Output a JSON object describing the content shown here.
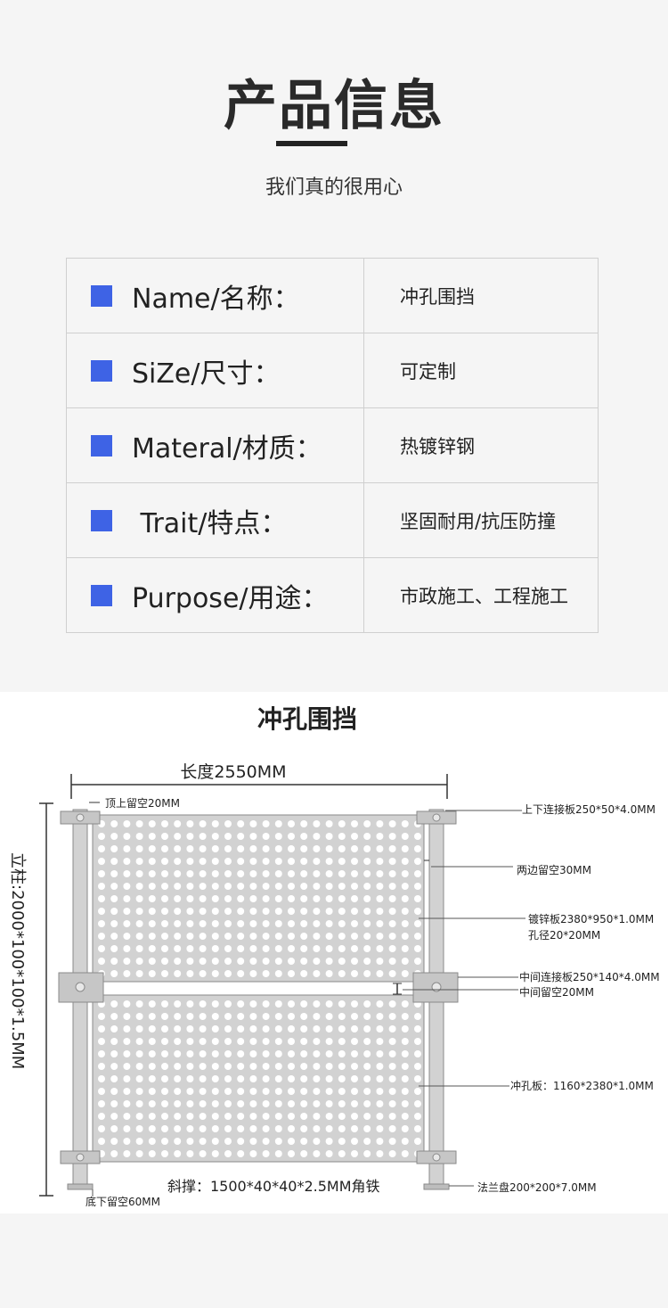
{
  "header": {
    "title": "产品信息",
    "subtitle": "我们真的很用心"
  },
  "specs": [
    {
      "label": "Name/名称：",
      "value": "冲孔围挡"
    },
    {
      "label": "SiZe/尺寸：",
      "value": "可定制"
    },
    {
      "label": "Materal/材质：",
      "value": "热镀锌钢"
    },
    {
      "label": " Trait/特点：",
      "value": "坚固耐用/抗压防撞"
    },
    {
      "label": "Purpose/用途：",
      "value": "市政施工、工程施工"
    }
  ],
  "colors": {
    "accent": "#3e63e5",
    "panel": "#d2d2d2",
    "line": "#222222"
  },
  "diagram": {
    "title": "冲孔围挡",
    "length": "长度2550MM",
    "top_gap": "顶上留空20MM",
    "post": "立柱:2000*100*100*1.5MM",
    "top_bottom_plate": "上下连接板250*50*4.0MM",
    "side_gap": "两边留空30MM",
    "galv_plate": "镀锌板2380*950*1.0MM",
    "hole_dia": "孔径20*20MM",
    "mid_plate": "中间连接板250*140*4.0MM",
    "mid_gap": "中间留空20MM",
    "punch_plate": "冲孔板：1160*2380*1.0MM",
    "brace": "斜撑：1500*40*40*2.5MM角铁",
    "bottom_gap": "底下留空60MM",
    "flange": "法兰盘200*200*7.0MM"
  }
}
